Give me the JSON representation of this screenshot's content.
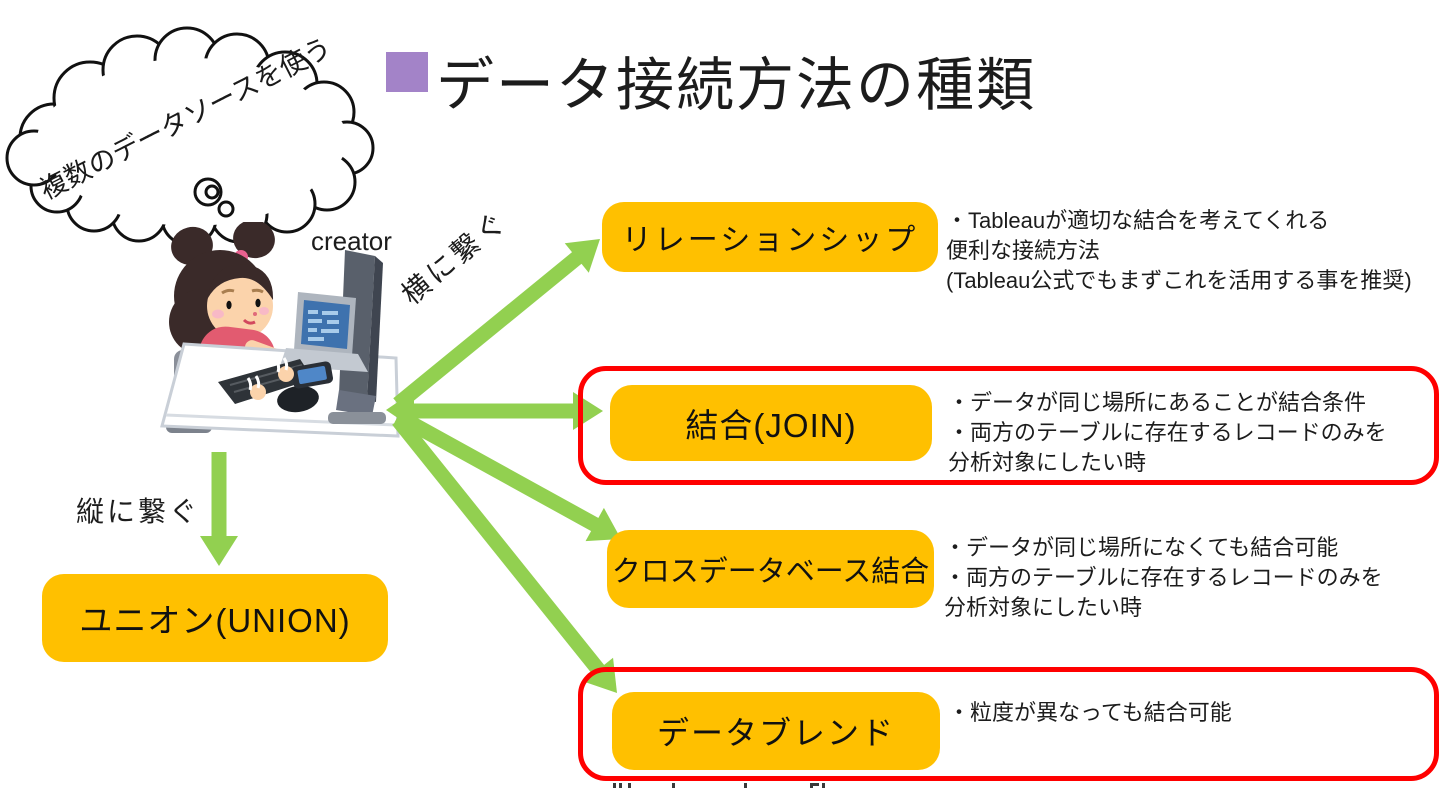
{
  "title": {
    "text": "データ接続方法の種類"
  },
  "thought_bubble": {
    "text": "複数のデータソースを使う"
  },
  "creator_label": "creator",
  "arrow_labels": {
    "horizontal": "横に繋ぐ",
    "vertical": "縦に繋ぐ"
  },
  "methods": [
    {
      "name": "リレーションシップ",
      "highlighted": false,
      "description_lines": [
        "・Tableauが適切な結合を考えてくれる",
        "便利な接続方法",
        "(Tableau公式でもまずこれを活用する事を推奨)"
      ]
    },
    {
      "name": "結合(JOIN)",
      "highlighted": true,
      "description_lines": [
        "・データが同じ場所にあることが結合条件",
        "・両方のテーブルに存在するレコードのみを",
        "分析対象にしたい時"
      ]
    },
    {
      "name": "クロスデータベース結合",
      "highlighted": false,
      "description_lines": [
        "・データが同じ場所になくても結合可能",
        "・両方のテーブルに存在するレコードのみを",
        "分析対象にしたい時"
      ]
    },
    {
      "name": "データブレンド",
      "highlighted": true,
      "description_lines": [
        "・粒度が異なっても結合可能"
      ]
    }
  ],
  "union_box": {
    "name": "ユニオン(UNION)"
  },
  "colors": {
    "box_fill": "#FFC000",
    "arrow_green": "#92D050",
    "highlight_red": "#FF0000",
    "title_bullet": "#A383C8"
  }
}
